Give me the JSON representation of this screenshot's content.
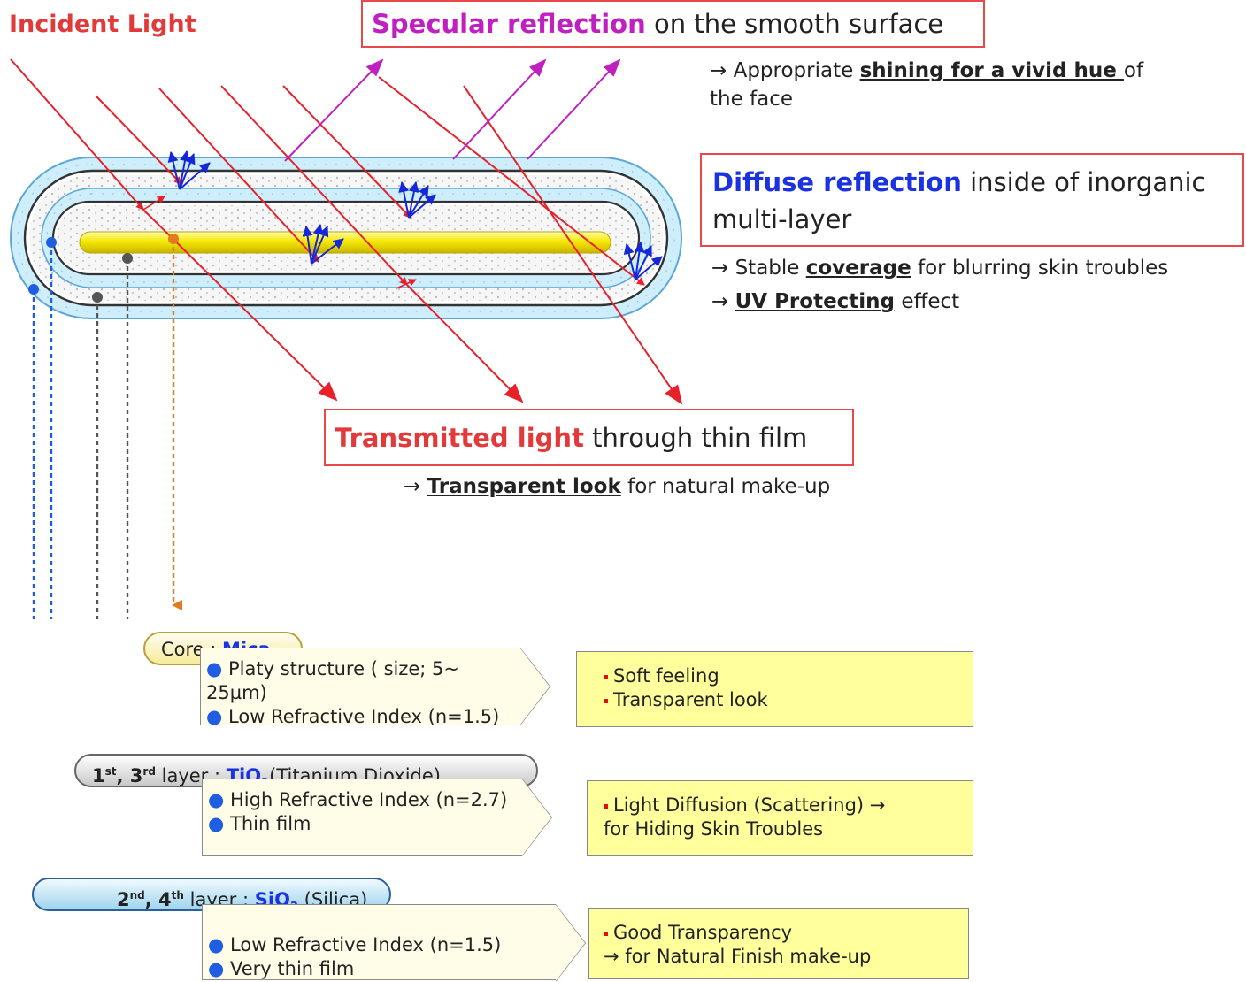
{
  "labels": {
    "incident_light": "Incident Light",
    "specular_title": "Specular reflection",
    "specular_rest": " on the smooth surface",
    "specular_note_arrow": "→ Appropriate ",
    "specular_note_bold": "shining for a vivid hue ",
    "specular_note_rest": "of",
    "specular_note_line2": "the face",
    "diffuse_title": "Diffuse reflection",
    "diffuse_rest": " inside of inorganic",
    "diffuse_line2": "multi-layer",
    "diffuse_note1_arrow": "→ Stable ",
    "diffuse_note1_bold": "coverage",
    "diffuse_note1_rest": " for blurring skin troubles",
    "diffuse_note2_arrow": "→ ",
    "diffuse_note2_bold": "UV Protecting",
    "diffuse_note2_rest": " effect",
    "transmitted_title": "Transmitted light",
    "transmitted_rest": " through thin film",
    "transmitted_note_arrow": "→ ",
    "transmitted_note_bold": "Transparent look",
    "transmitted_note_rest": " for natural make-up"
  },
  "layers": [
    {
      "pill_prefix": "Core ; ",
      "pill_bold": "Mica",
      "props": [
        "Platy structure ( size; 5~ 25µm)",
        "Low Refractive Index (n=1.5)"
      ],
      "effects": [
        "Soft feeling",
        "Transparent look"
      ]
    },
    {
      "pill_ord1": "1",
      "pill_sup1": "st",
      "pill_ord2": ", 3",
      "pill_sup2": "rd",
      "pill_mid": " layer ; ",
      "pill_formula": "TiO",
      "pill_sub": "2",
      "pill_name": "(Titanium Dioxide)",
      "props": [
        "High Refractive Index (n=2.7)",
        "Thin film"
      ],
      "effects": [
        "Light Diffusion (Scattering) →",
        "for Hiding Skin Troubles"
      ]
    },
    {
      "pill_ord1": "2",
      "pill_sup1": "nd",
      "pill_ord2": ", 4",
      "pill_sup2": "th",
      "pill_mid": " layer ; ",
      "pill_formula": "SiO",
      "pill_sub": "2",
      "pill_name": " (Silica)",
      "props": [
        "Low Refractive Index (n=1.5)",
        "Very thin film"
      ],
      "effects": [
        "Good Transparency",
        "→ for Natural Finish make-up"
      ]
    }
  ],
  "colors": {
    "incident": "#e8202a",
    "specular": "#c020c0",
    "diffuse": "#1428d8",
    "core": "#f5e600",
    "tio2_line": "#555555",
    "sio2_line": "#1f5ee0",
    "core_line": "#e07b20"
  }
}
